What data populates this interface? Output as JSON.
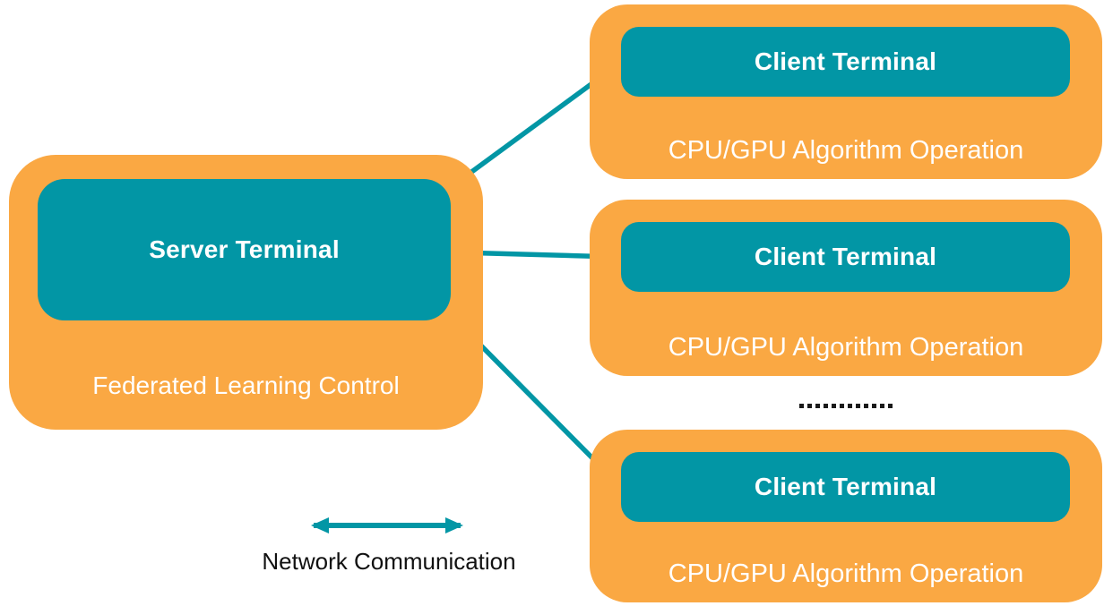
{
  "colors": {
    "orange": "#FAA843",
    "teal": "#0296A5",
    "white_text": "#FFFFFF",
    "legend_text": "#111111",
    "dot_color": "#1A1A1A",
    "background": "#FFFFFF"
  },
  "server": {
    "title": "Server Terminal",
    "label": "Federated Learning Control"
  },
  "clients": [
    {
      "title": "Client Terminal",
      "label": "CPU/GPU Algorithm Operation"
    },
    {
      "title": "Client Terminal",
      "label": "CPU/GPU Algorithm Operation"
    },
    {
      "title": "Client Terminal",
      "label": "CPU/GPU Algorithm Operation"
    }
  ],
  "connections": [
    {
      "from": "server-terminal",
      "to": "client-terminal-1",
      "type": "bidirectional"
    },
    {
      "from": "server-terminal",
      "to": "client-terminal-2",
      "type": "bidirectional"
    },
    {
      "from": "server-terminal",
      "to": "client-terminal-3",
      "type": "bidirectional"
    }
  ],
  "ellipsis": {
    "dot_count": 12
  },
  "legend": {
    "label": "Network Communication"
  }
}
